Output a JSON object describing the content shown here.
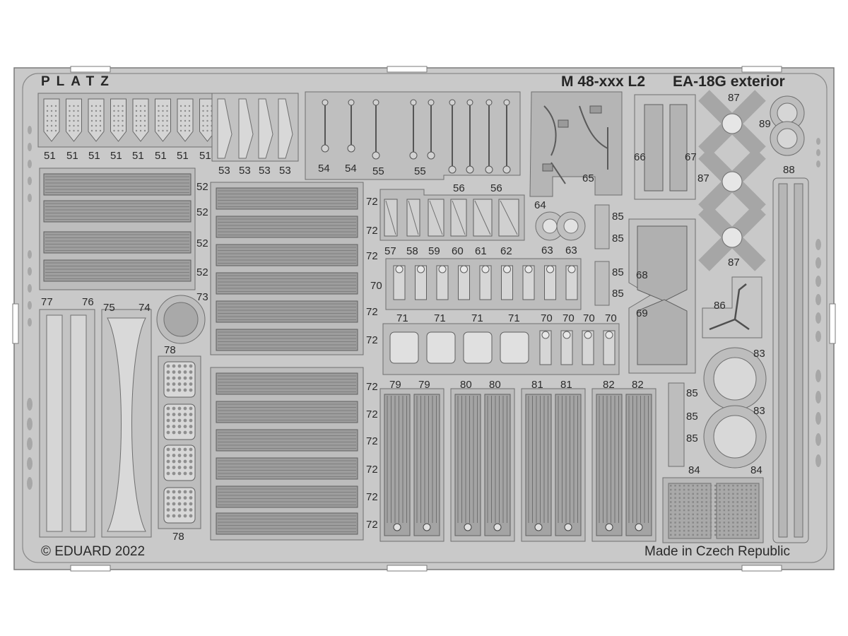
{
  "sheet": {
    "brand": "PLATZ",
    "code": "M 48-xxx L2",
    "title": "EA-18G exterior",
    "copyright": "© EDUARD 2022",
    "origin": "Made in Czech Republic",
    "colors": {
      "fret": "#c9c9c9",
      "part": "#b7b7b7",
      "etch": "#9a9a9a",
      "line": "#6f6f6f",
      "text": "#2a2a2a"
    }
  },
  "numbers": {
    "p51": "51",
    "p52": "52",
    "p53": "53",
    "p54": "54",
    "p55": "55",
    "p56": "56",
    "p57": "57",
    "p58": "58",
    "p59": "59",
    "p60": "60",
    "p61": "61",
    "p62": "62",
    "p63": "63",
    "p64": "64",
    "p65": "65",
    "p66": "66",
    "p67": "67",
    "p68": "68",
    "p69": "69",
    "p70": "70",
    "p71": "71",
    "p72": "72",
    "p73": "73",
    "p74": "74",
    "p75": "75",
    "p76": "76",
    "p77": "77",
    "p78": "78",
    "p79": "79",
    "p80": "80",
    "p81": "81",
    "p82": "82",
    "p83": "83",
    "p84": "84",
    "p85": "85",
    "p86": "86",
    "p87": "87",
    "p88": "88",
    "p89": "89"
  }
}
